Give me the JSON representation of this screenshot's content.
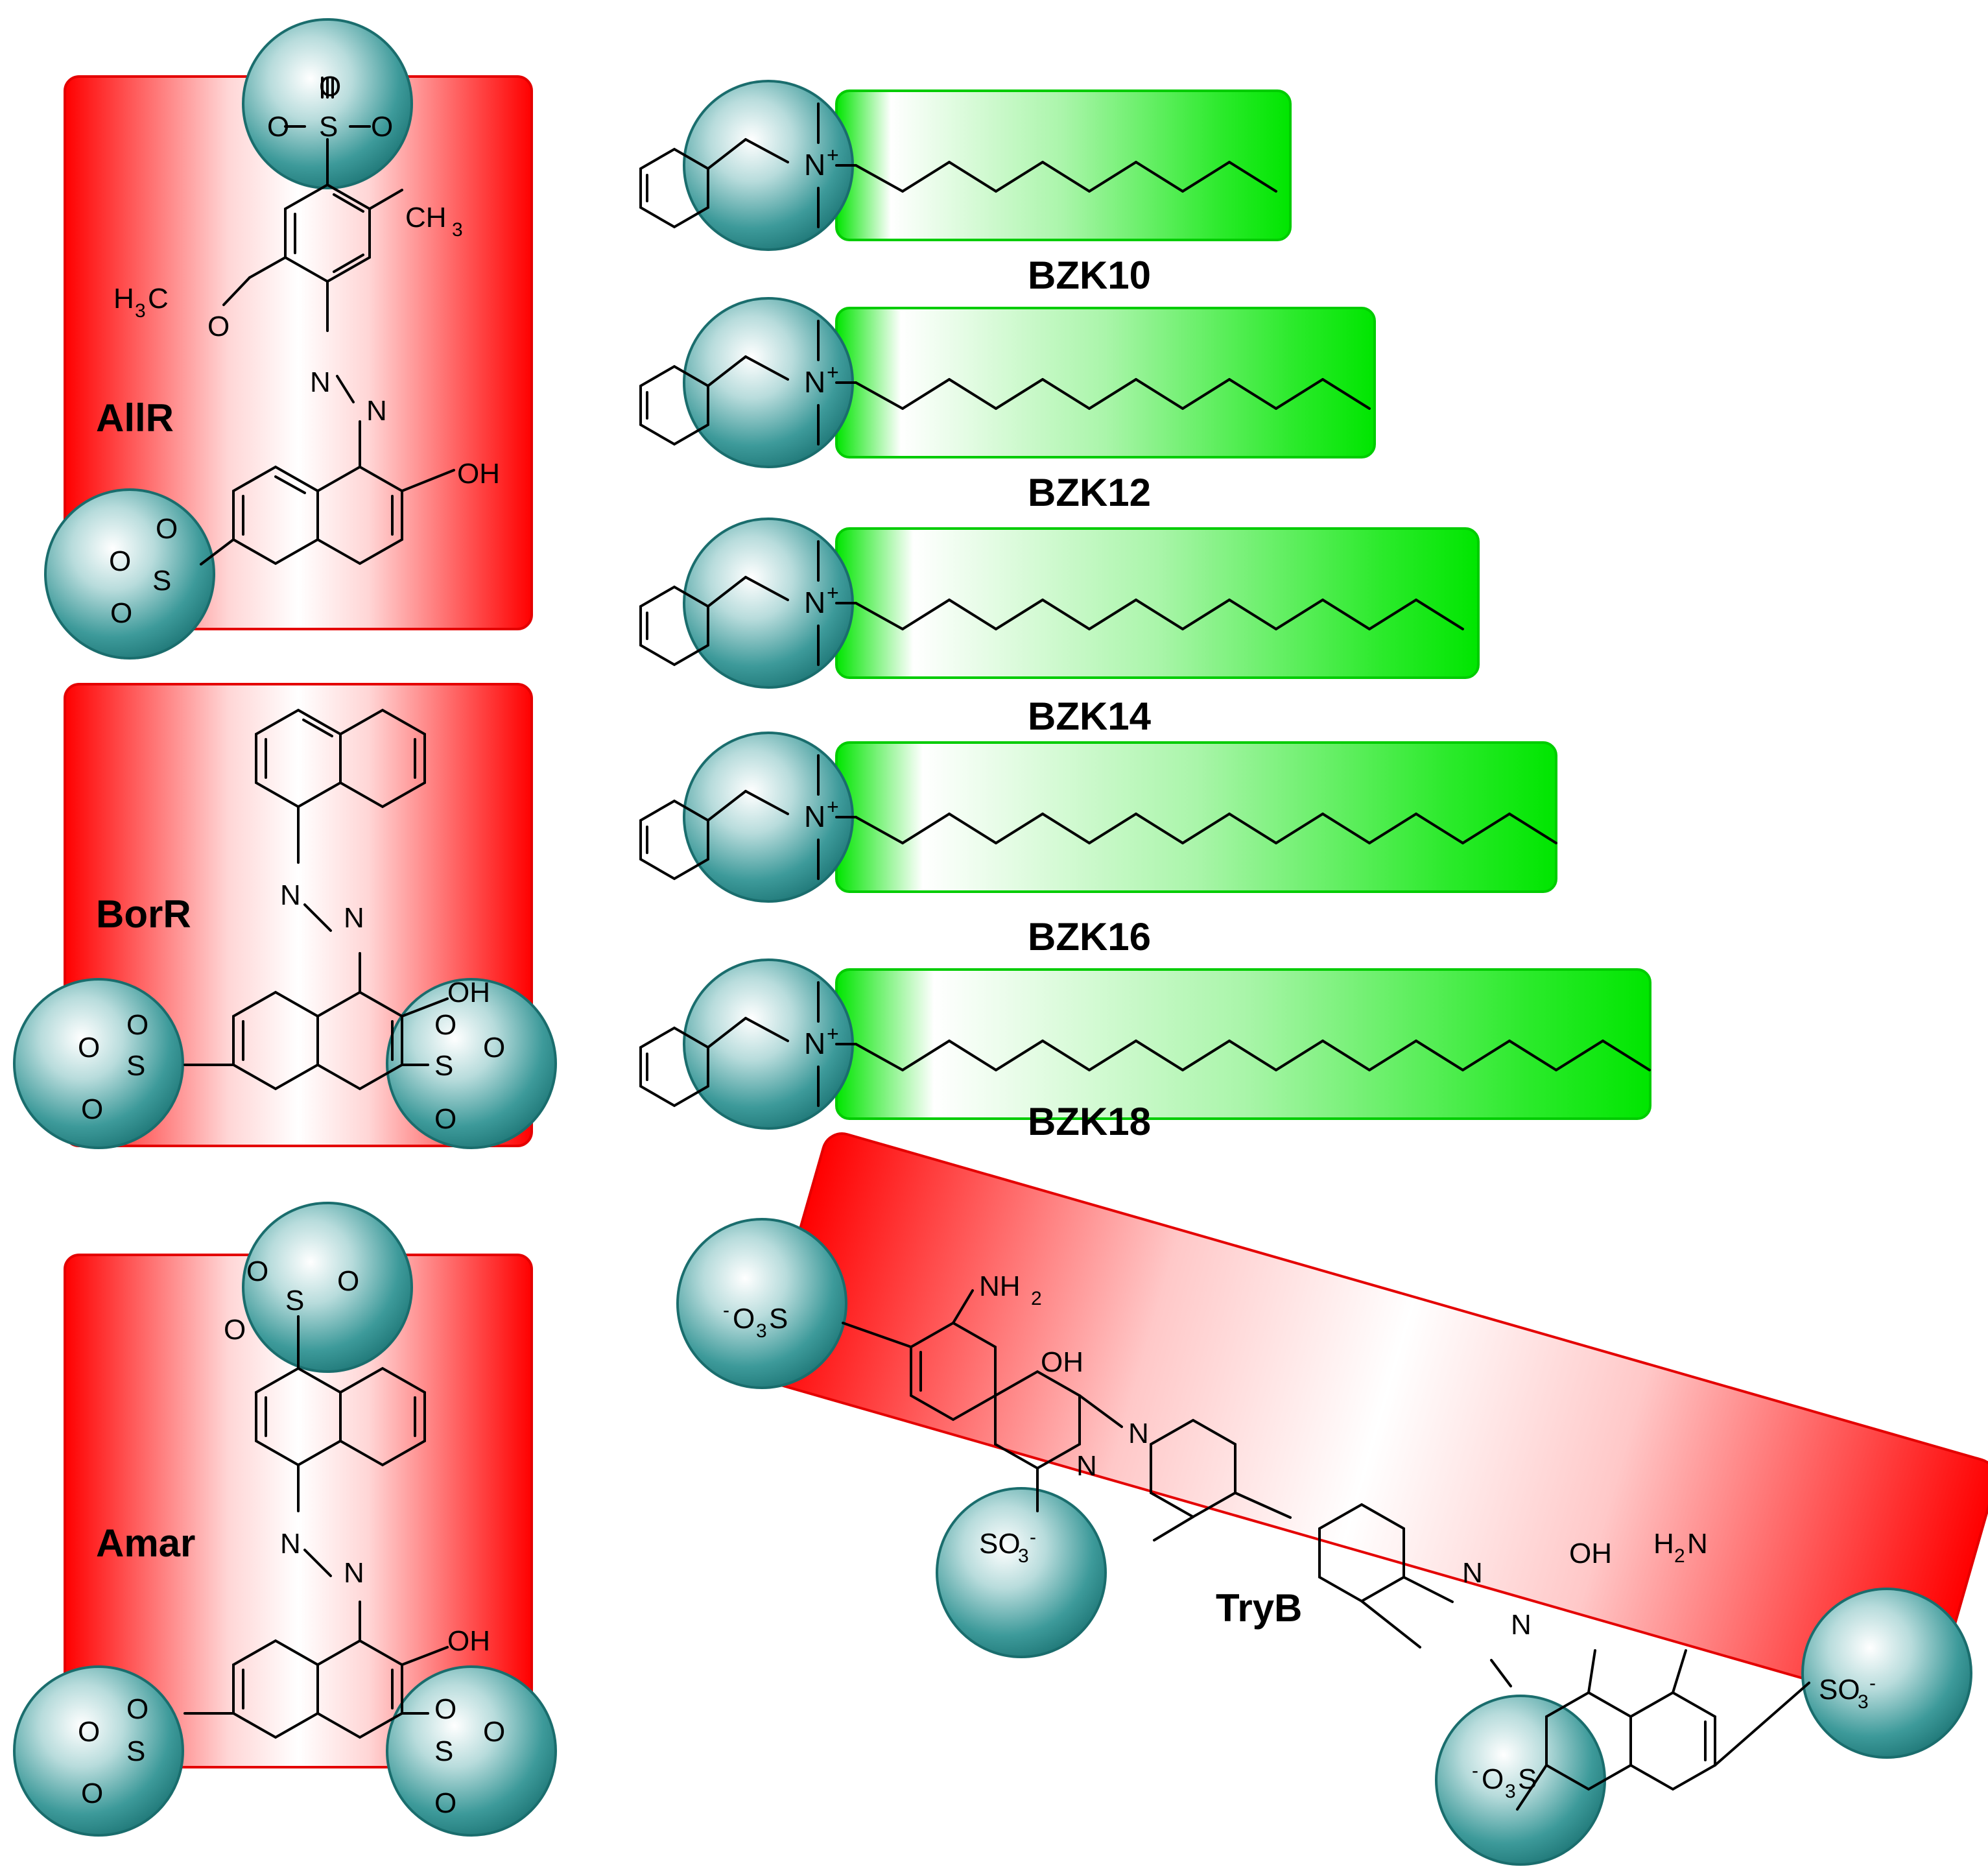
{
  "dyes": {
    "allura_red": {
      "label": "AllR"
    },
    "bordeaux_red": {
      "label": "BorR"
    },
    "amaranth": {
      "label": "Amar"
    },
    "trypan_blue": {
      "label": "TryB"
    }
  },
  "surfactants": [
    {
      "label": "BZK10",
      "chain_carbons": 10
    },
    {
      "label": "BZK12",
      "chain_carbons": 12
    },
    {
      "label": "BZK14",
      "chain_carbons": 14
    },
    {
      "label": "BZK16",
      "chain_carbons": 16
    },
    {
      "label": "BZK18",
      "chain_carbons": 18
    }
  ],
  "atoms": {
    "sulfur": "S",
    "oxygen": "O",
    "nitrogen": "N",
    "hydroxyl": "OH",
    "methyl": "CH",
    "methoxy_h3c": "H",
    "methoxy_c": "C",
    "amine": "NH",
    "amine_left": "H",
    "amine_left_n": "N",
    "sulfonate_o3s": "O",
    "sulfonate_s": "S",
    "sulfonate_so3": "SO",
    "subscript_2": "2",
    "subscript_3": "3",
    "charge_minus": "-",
    "charge_plus": "+"
  },
  "colors": {
    "dye_box": "#ff0000",
    "tail_box": "#00e600",
    "head_sphere": "#2a8f8f",
    "bond": "#000000"
  }
}
